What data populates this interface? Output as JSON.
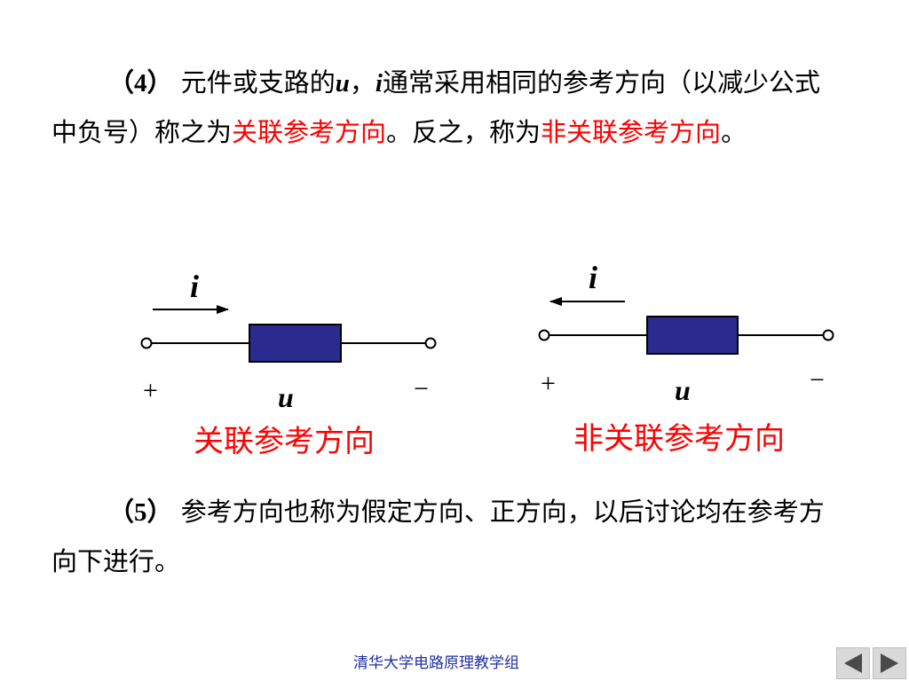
{
  "paragraph4": {
    "num": "（4）",
    "t1": " 元件或支路的",
    "var_u": "u",
    "comma": "，",
    "var_i": "i",
    "t2": "通常采用相同的参考方向（以减少公式中负号）称之为",
    "red1": "关联参考方向",
    "t3": "。反之，称为",
    "red2": "非关联参考方向",
    "t4": "。"
  },
  "diagram_left": {
    "current_label": "i",
    "plus_label": "+",
    "voltage_label": "u",
    "minus_label": "−",
    "caption": "关联参考方向",
    "arrow_direction": "right"
  },
  "diagram_right": {
    "current_label": "i",
    "plus_label": "+",
    "voltage_label": "u",
    "minus_label": "−",
    "caption": "非关联参考方向",
    "arrow_direction": "left"
  },
  "paragraph5": {
    "num": "（5）",
    "text": " 参考方向也称为假定方向、正方向，以后讨论均在参考方向下进行。"
  },
  "footer": {
    "text": "清华大学电路原理教学组"
  },
  "nav": {
    "prev_icon": "triangle-left-icon",
    "next_icon": "triangle-right-icon"
  },
  "colors": {
    "accent_red": "#ff0000",
    "resistor_fill": "#2b2b8f",
    "footer_blue": "#1f2fa6"
  }
}
